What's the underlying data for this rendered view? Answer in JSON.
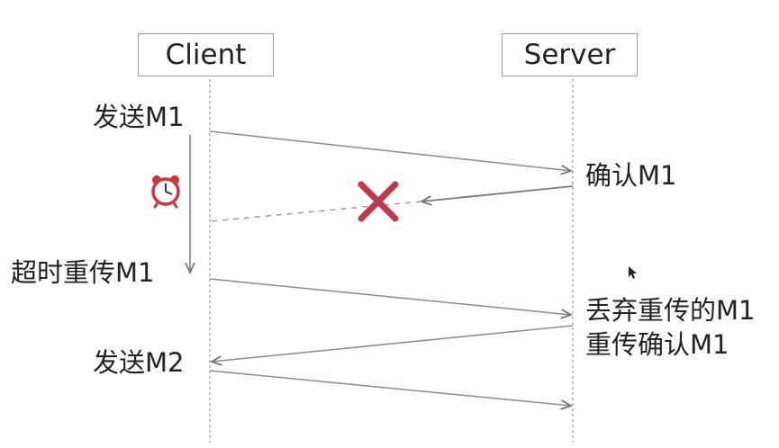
{
  "participants": {
    "client": "Client",
    "server": "Server"
  },
  "labels": {
    "send_m1": "发送M1",
    "ack_m1": "确认M1",
    "timeout_retransmit_m1": "超时重传M1",
    "discard_retransmitted_m1": "丢弃重传的M1",
    "retransmit_ack_m1": "重传确认M1",
    "send_m2": "发送M2"
  },
  "icons": {
    "timer": "alarm-clock-icon",
    "lost": "red-x-icon",
    "pointer": "mouse-cursor-icon"
  },
  "colors": {
    "line": "#8a8a8a",
    "lost_x": "#c0394b",
    "clock": "#d0343c"
  }
}
